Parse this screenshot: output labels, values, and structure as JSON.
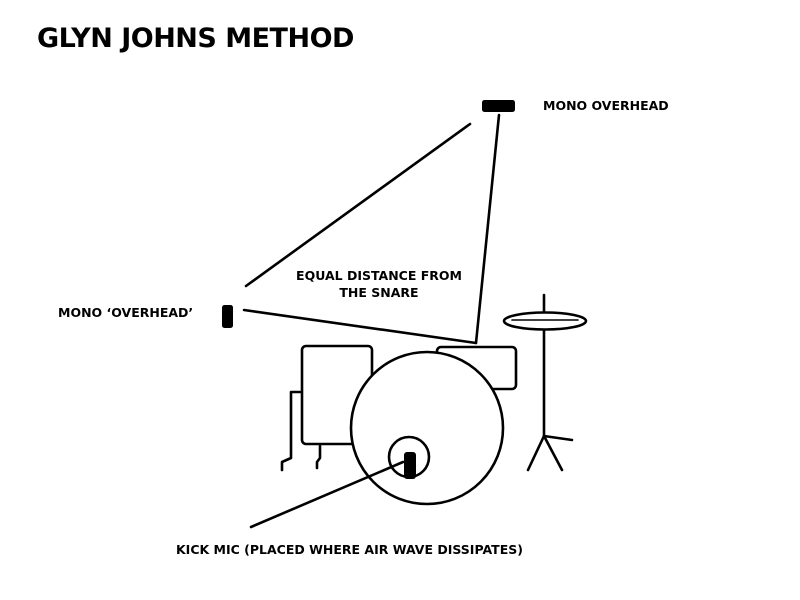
{
  "title": "GLYN JOHNS METHOD",
  "labels": {
    "mono_overhead": "MONO OVERHEAD",
    "mono_overhead_side": "MONO ‘OVERHEAD’",
    "equal_distance_line1": "EQUAL DISTANCE FROM",
    "equal_distance_line2": "THE SNARE",
    "kick_mic": "KICK MIC (PLACED WHERE AIR WAVE DISSIPATES)"
  },
  "colors": {
    "ink": "#000000",
    "background": "#ffffff"
  }
}
